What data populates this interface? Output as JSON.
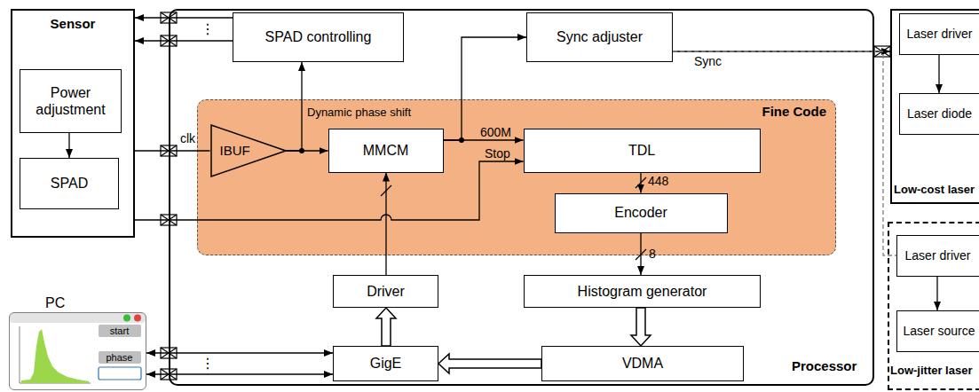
{
  "diagram": {
    "nodes": [
      {
        "text": [
          "Sensor"
        ]
      },
      {
        "text": [
          "Power adjustment"
        ],
        "in": 0
      },
      {
        "text": [
          "SPAD"
        ],
        "in": 0
      },
      {
        "text": [
          "Processor"
        ]
      },
      {
        "text": [
          "SPAD controlling"
        ],
        "in": 3
      },
      {
        "text": [
          "Sync adjuster"
        ],
        "in": 3
      },
      {
        "text": [
          "Fine Code"
        ],
        "in": 3
      },
      {
        "text": [
          "IBUF"
        ],
        "in": 6
      },
      {
        "text": [
          "MMCM"
        ],
        "in": 6
      },
      {
        "text": [
          "TDL"
        ],
        "in": 6
      },
      {
        "text": [
          "Encoder"
        ],
        "in": 6
      },
      {
        "text": [
          "Driver"
        ],
        "in": 3
      },
      {
        "text": [
          "Histogram generator"
        ],
        "in": 3
      },
      {
        "text": [
          "GigE"
        ],
        "in": 3
      },
      {
        "text": [
          "VDMA"
        ],
        "in": 3
      },
      {
        "text": [
          "Low-cost laser"
        ]
      },
      {
        "text": [
          "Laser driver"
        ],
        "in": 15
      },
      {
        "text": [
          "Laser diode"
        ],
        "in": 15
      },
      {
        "text": [
          "Low-jitter laser"
        ]
      },
      {
        "text": [
          "Laser driver"
        ],
        "in": 18
      },
      {
        "text": [
          "Laser source"
        ],
        "in": 18
      },
      {
        "text": [
          "PC",
          "start",
          "phase"
        ]
      }
    ],
    "edges": [
      {
        "from": 1,
        "to": 2,
        "arrow": "to"
      },
      {
        "from": 4,
        "to": 0,
        "arrow": "to"
      },
      {
        "from": 4,
        "to": 0,
        "arrow": "to"
      },
      {
        "from": 0,
        "to": 7,
        "arrow": "none",
        "label": "clk"
      },
      {
        "from": 7,
        "to": 8,
        "arrow": "to"
      },
      {
        "from": 7,
        "to": 4,
        "arrow": "to"
      },
      {
        "from": 8,
        "to": 9,
        "arrow": "to",
        "label": "600M"
      },
      {
        "from": 0,
        "to": 9,
        "arrow": "to",
        "label": "Stop"
      },
      {
        "from": 8,
        "to": 5,
        "arrow": "to"
      },
      {
        "from": 5,
        "to": 15,
        "arrow": "to",
        "label": "Sync"
      },
      {
        "from": 5,
        "to": 19,
        "arrow": "none"
      },
      {
        "from": 16,
        "to": 17,
        "arrow": "to"
      },
      {
        "from": 19,
        "to": 20,
        "arrow": "to"
      },
      {
        "from": 9,
        "to": 10,
        "arrow": "to",
        "label": "448"
      },
      {
        "from": 10,
        "to": 12,
        "arrow": "to",
        "label": "8"
      },
      {
        "from": 12,
        "to": 14,
        "arrow": "to"
      },
      {
        "from": 14,
        "to": 13,
        "arrow": "to"
      },
      {
        "from": 13,
        "to": 11,
        "arrow": "to"
      },
      {
        "from": 11,
        "to": 8,
        "arrow": "to"
      },
      {
        "from": 21,
        "to": 13,
        "arrow": "both"
      },
      {
        "from": 21,
        "to": 13,
        "arrow": "both"
      }
    ],
    "labels": [
      "Dynamic phase shift",
      "⋮",
      "⋮"
    ]
  }
}
